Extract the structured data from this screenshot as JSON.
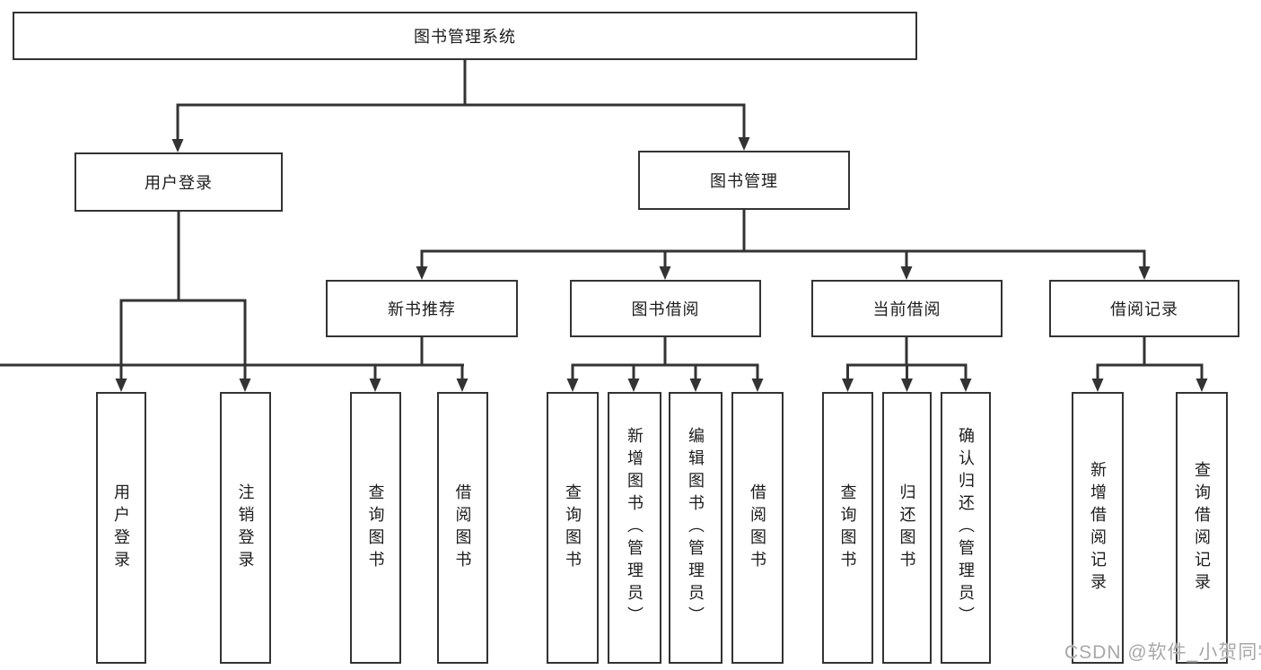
{
  "diagram": {
    "title": "图书管理系统",
    "line_color": "#333333",
    "box_border_color": "#333333",
    "text_color": "#1c1c1c",
    "watermark": {
      "text": "CSDN @软件_小贺同学",
      "color": "#a8a8a8"
    },
    "root": {
      "label": "图书管理系统"
    },
    "level2": [
      {
        "label": "用户登录"
      },
      {
        "label": "图书管理"
      }
    ],
    "level3": [
      {
        "label": "新书推荐"
      },
      {
        "label": "图书借阅"
      },
      {
        "label": "当前借阅"
      },
      {
        "label": "借阅记录"
      }
    ],
    "leaves": {
      "login": [
        {
          "label": "用户登录"
        },
        {
          "label": "注销登录"
        }
      ],
      "newbook": [
        {
          "label": "查询图书"
        },
        {
          "label": "借阅图书"
        }
      ],
      "borrow": [
        {
          "label": "查询图书"
        },
        {
          "label": "新增图书（管理员）"
        },
        {
          "label": "编辑图书（管理员）"
        },
        {
          "label": "借阅图书"
        }
      ],
      "current": [
        {
          "label": "查询图书"
        },
        {
          "label": "归还图书"
        },
        {
          "label": "确认归还（管理员）"
        }
      ],
      "records": [
        {
          "label": "新增借阅记录"
        },
        {
          "label": "查询借阅记录"
        }
      ]
    }
  }
}
